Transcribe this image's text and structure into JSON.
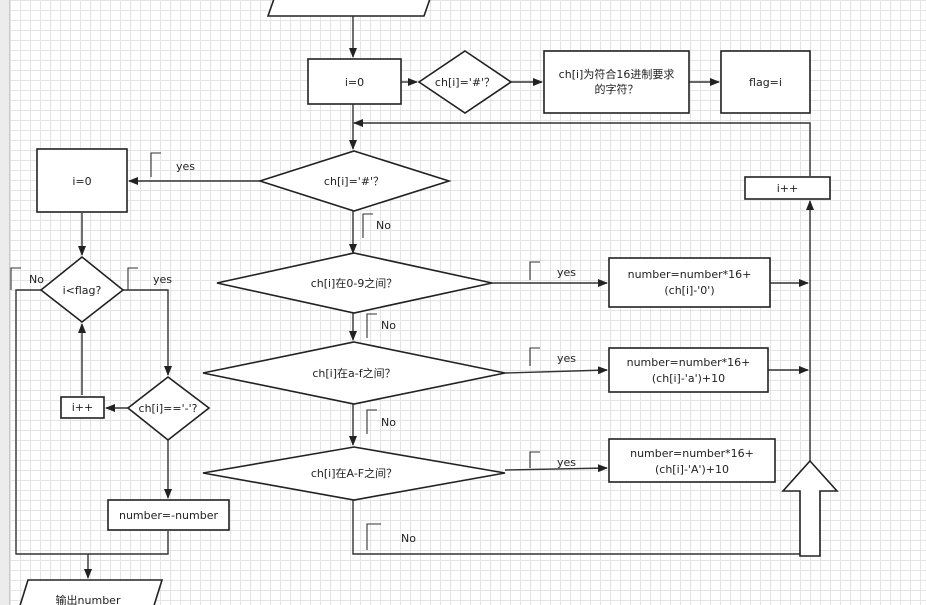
{
  "nodes": {
    "init_i_top": "i=0",
    "check_hash_top": "ch[i]='#'？",
    "check_hex_line1": "ch[i]为符合16进制要求",
    "check_hex_line2": "的字符？",
    "set_flag": "flag=i",
    "check_hash_main": "ch[i]='#'？",
    "increment_right": "i++",
    "init_i_left": "i=0",
    "check_flag": "i<flag?",
    "check_digit": "ch[i]在0-9之间？",
    "digit_formula_line1": "number=number*16+",
    "digit_formula_line2": "(ch[i]-'0')",
    "check_lower": "ch[i]在a-f之间？",
    "lower_formula_line1": "number=number*16+",
    "lower_formula_line2": "(ch[i]-'a')+10",
    "check_minus": "ch[i]=='-'?",
    "increment_left": "i++",
    "check_upper": "ch[i]在A-F之间？",
    "upper_formula_line1": "number=number*16+",
    "upper_formula_line2": "(ch[i]-'A')+10",
    "negate": "number=-number",
    "output": "输出number"
  },
  "edge_labels": {
    "hash_yes": "yes",
    "hash_no": "No",
    "flag_no": "No",
    "flag_yes": "yes",
    "digit_yes": "yes",
    "digit_no": "No",
    "lower_yes": "yes",
    "lower_no": "No",
    "upper_yes": "yes",
    "upper_no": "No"
  }
}
